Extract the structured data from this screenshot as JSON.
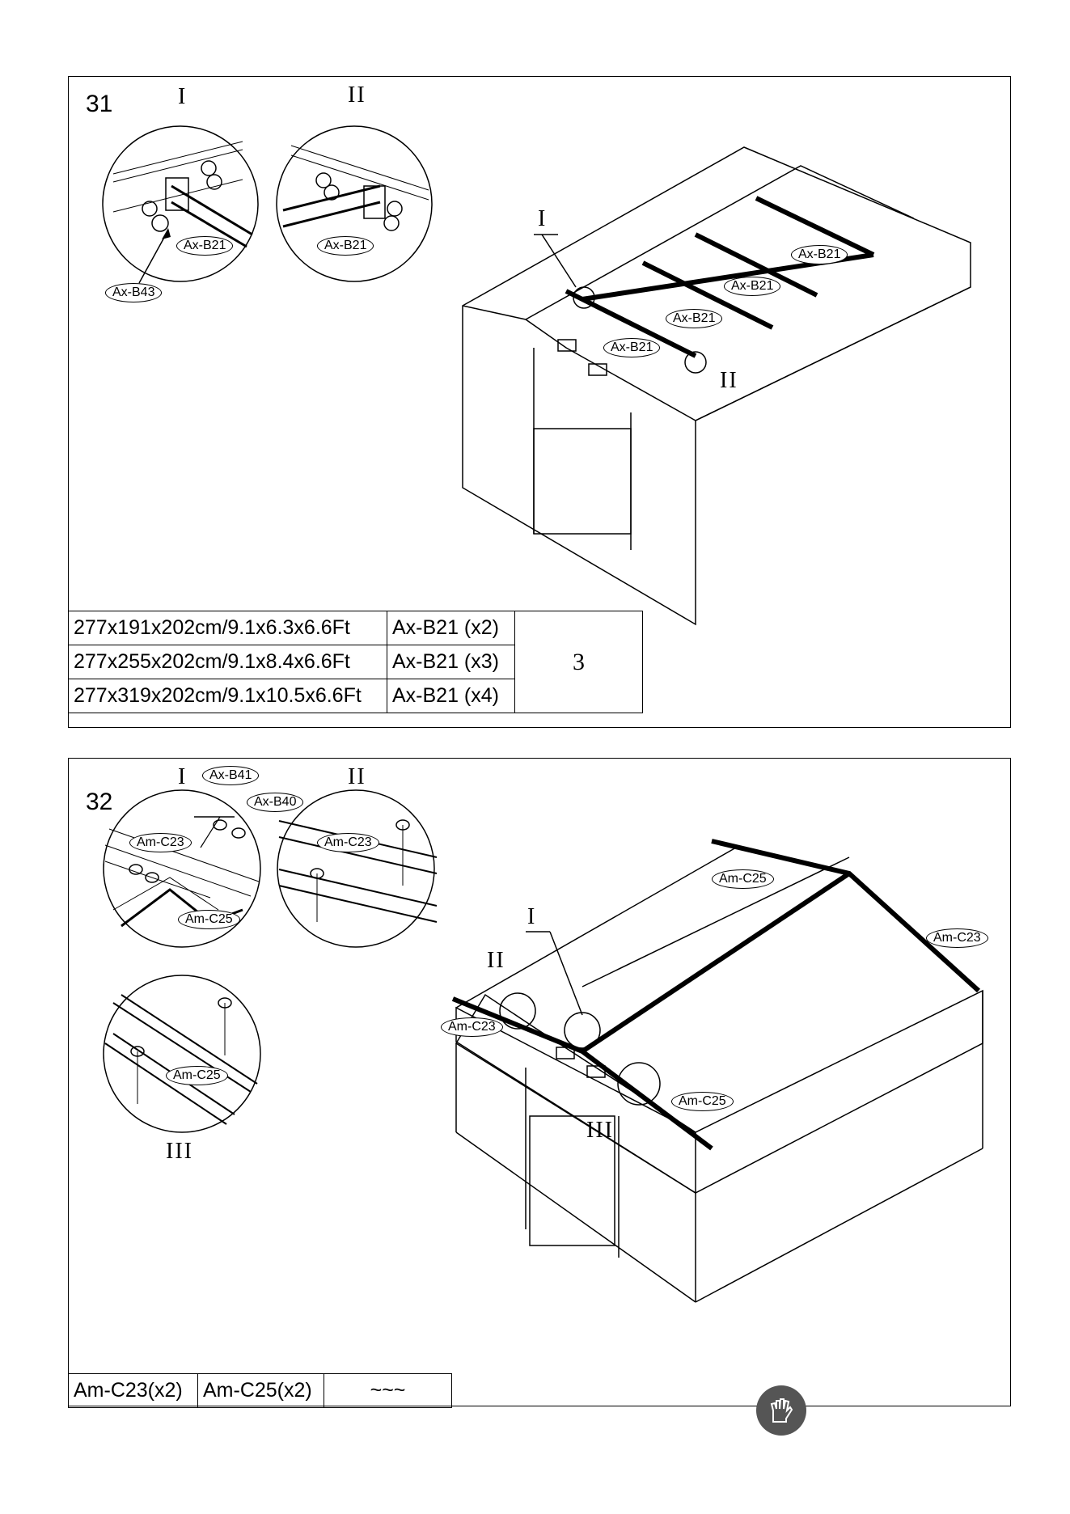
{
  "step31": {
    "number": "31",
    "detail_markers": {
      "one": "I",
      "two": "II"
    },
    "detail_labels": {
      "bracket_part": "Ax-B21",
      "bolt": "Ax-B43"
    },
    "diagram_labels": [
      "Ax-B21",
      "Ax-B21",
      "Ax-B21",
      "Ax-B21"
    ],
    "table": {
      "rows": [
        {
          "size": "277x191x202cm/9.1x6.3x6.6Ft",
          "part": "Ax-B21 (x2)"
        },
        {
          "size": "277x255x202cm/9.1x8.4x6.6Ft",
          "part": "Ax-B21 (x3)"
        },
        {
          "size": "277x319x202cm/9.1x10.5x6.6Ft",
          "part": "Ax-B21 (x4)"
        }
      ],
      "note_mark": "3"
    }
  },
  "step32": {
    "number": "32",
    "detail_markers": {
      "one": "I",
      "two": "II",
      "three": "III"
    },
    "detail_labels": {
      "screw_a": "Ax-B41",
      "screw_b": "Ax-B40",
      "roof_side": "Am-C23",
      "roof_ridge": "Am-C25"
    },
    "table": {
      "cells": [
        "Am-C23(x2)",
        "Am-C25(x2)"
      ],
      "note_mark": "~~~"
    }
  },
  "icons": {
    "footer": "glove-icon"
  }
}
